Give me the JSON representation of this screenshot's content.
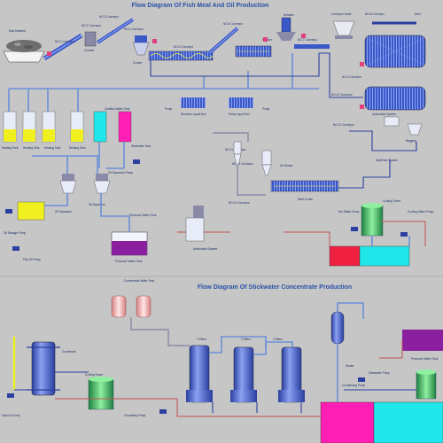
{
  "titles": {
    "fish_meal": "Flow Diagram Of Fish Meal And Oil Production",
    "stickwater": "Flow Diagram Of Stickwater Concentrate Production"
  },
  "labels": {
    "raw_material": "Raw Material",
    "conveyor1": "NO.1 Conveyor",
    "conveyor2": "NO.2 Conveyor",
    "conveyor3": "NO.3 Conveyor",
    "conveyor4": "NO.4 Conveyor",
    "conveyor5": "NO.5 Conveyor",
    "conveyor6": "NO.6 Conveyor",
    "conveyor7": "NO.7 Conveyor",
    "conveyor8": "NO.8 Conveyor",
    "conveyor9": "NO.9 Conveyor",
    "conveyor10": "NO.10 Conveyor",
    "conveyor11": "NO.11 Conveyor",
    "conveyor12": "NO.12 Conveyor",
    "conveyor13": "NO.13 Conveyor",
    "conveyor14": "NO.14 Conveyor",
    "crusher": "Crusher",
    "cooker": "Cooker",
    "presser": "Presser",
    "defaster": "Defaster",
    "conveyor_scale": "Conveyor Scale",
    "drier": "Drier",
    "heating_tank": "Heating Tank",
    "clarified_water_tank": "Clarified Water Tank",
    "stickwater_tank": "Stickwater Tank",
    "decanter_liquid_box": "Decanter Liquid Box",
    "press_liquid_box": "Press Liquid Box",
    "pump": "Pump",
    "oil_separator": "Oil Separator",
    "oil_separator_pump": "Oil Separator Pump",
    "fish_oil_pump": "Fish Oil Pump",
    "precooler_water_tank": "Precooler Water Tank",
    "oil_storage_pump": "Oil Storage Pump",
    "antioxidant_system": "Antioxidant System",
    "air_blower": "Air Blower",
    "meal_cooler": "Meal Cooler",
    "cooling_tower": "Cooling Tower",
    "cooling_water_pump": "Cooling Water Pump",
    "hot_water_pump": "Hot Water Pump",
    "add_drier_system": "Add/Drier System",
    "bagging": "Bagging",
    "condensing_pump": "Condensing Pump",
    "vacuum_pump": "Vacuum Pump",
    "effect1": "1 Effect",
    "effect2": "2 Effect",
    "effect3": "3 Effect",
    "heater": "Heater",
    "condenser": "Condenser",
    "concentrate_water_tank": "Concentrate Water Tank",
    "stickwater_pump": "Stickwater Pump",
    "circulating_pump": "Circulating Pump"
  },
  "colors": {
    "background": "#c6c6c6",
    "title": "#2a52a8",
    "equipment_blue": "#3a58c8",
    "pipe_light": "#6a8fd8",
    "pipe_dark": "#2b3fa0",
    "tank_yellow": "#f0f020",
    "tank_cyan": "#20e8ea",
    "tank_magenta": "#ff1fb4",
    "tank_red": "#f02040",
    "tank_purple": "#8a20a0",
    "cooling_green": "#3cc860"
  }
}
